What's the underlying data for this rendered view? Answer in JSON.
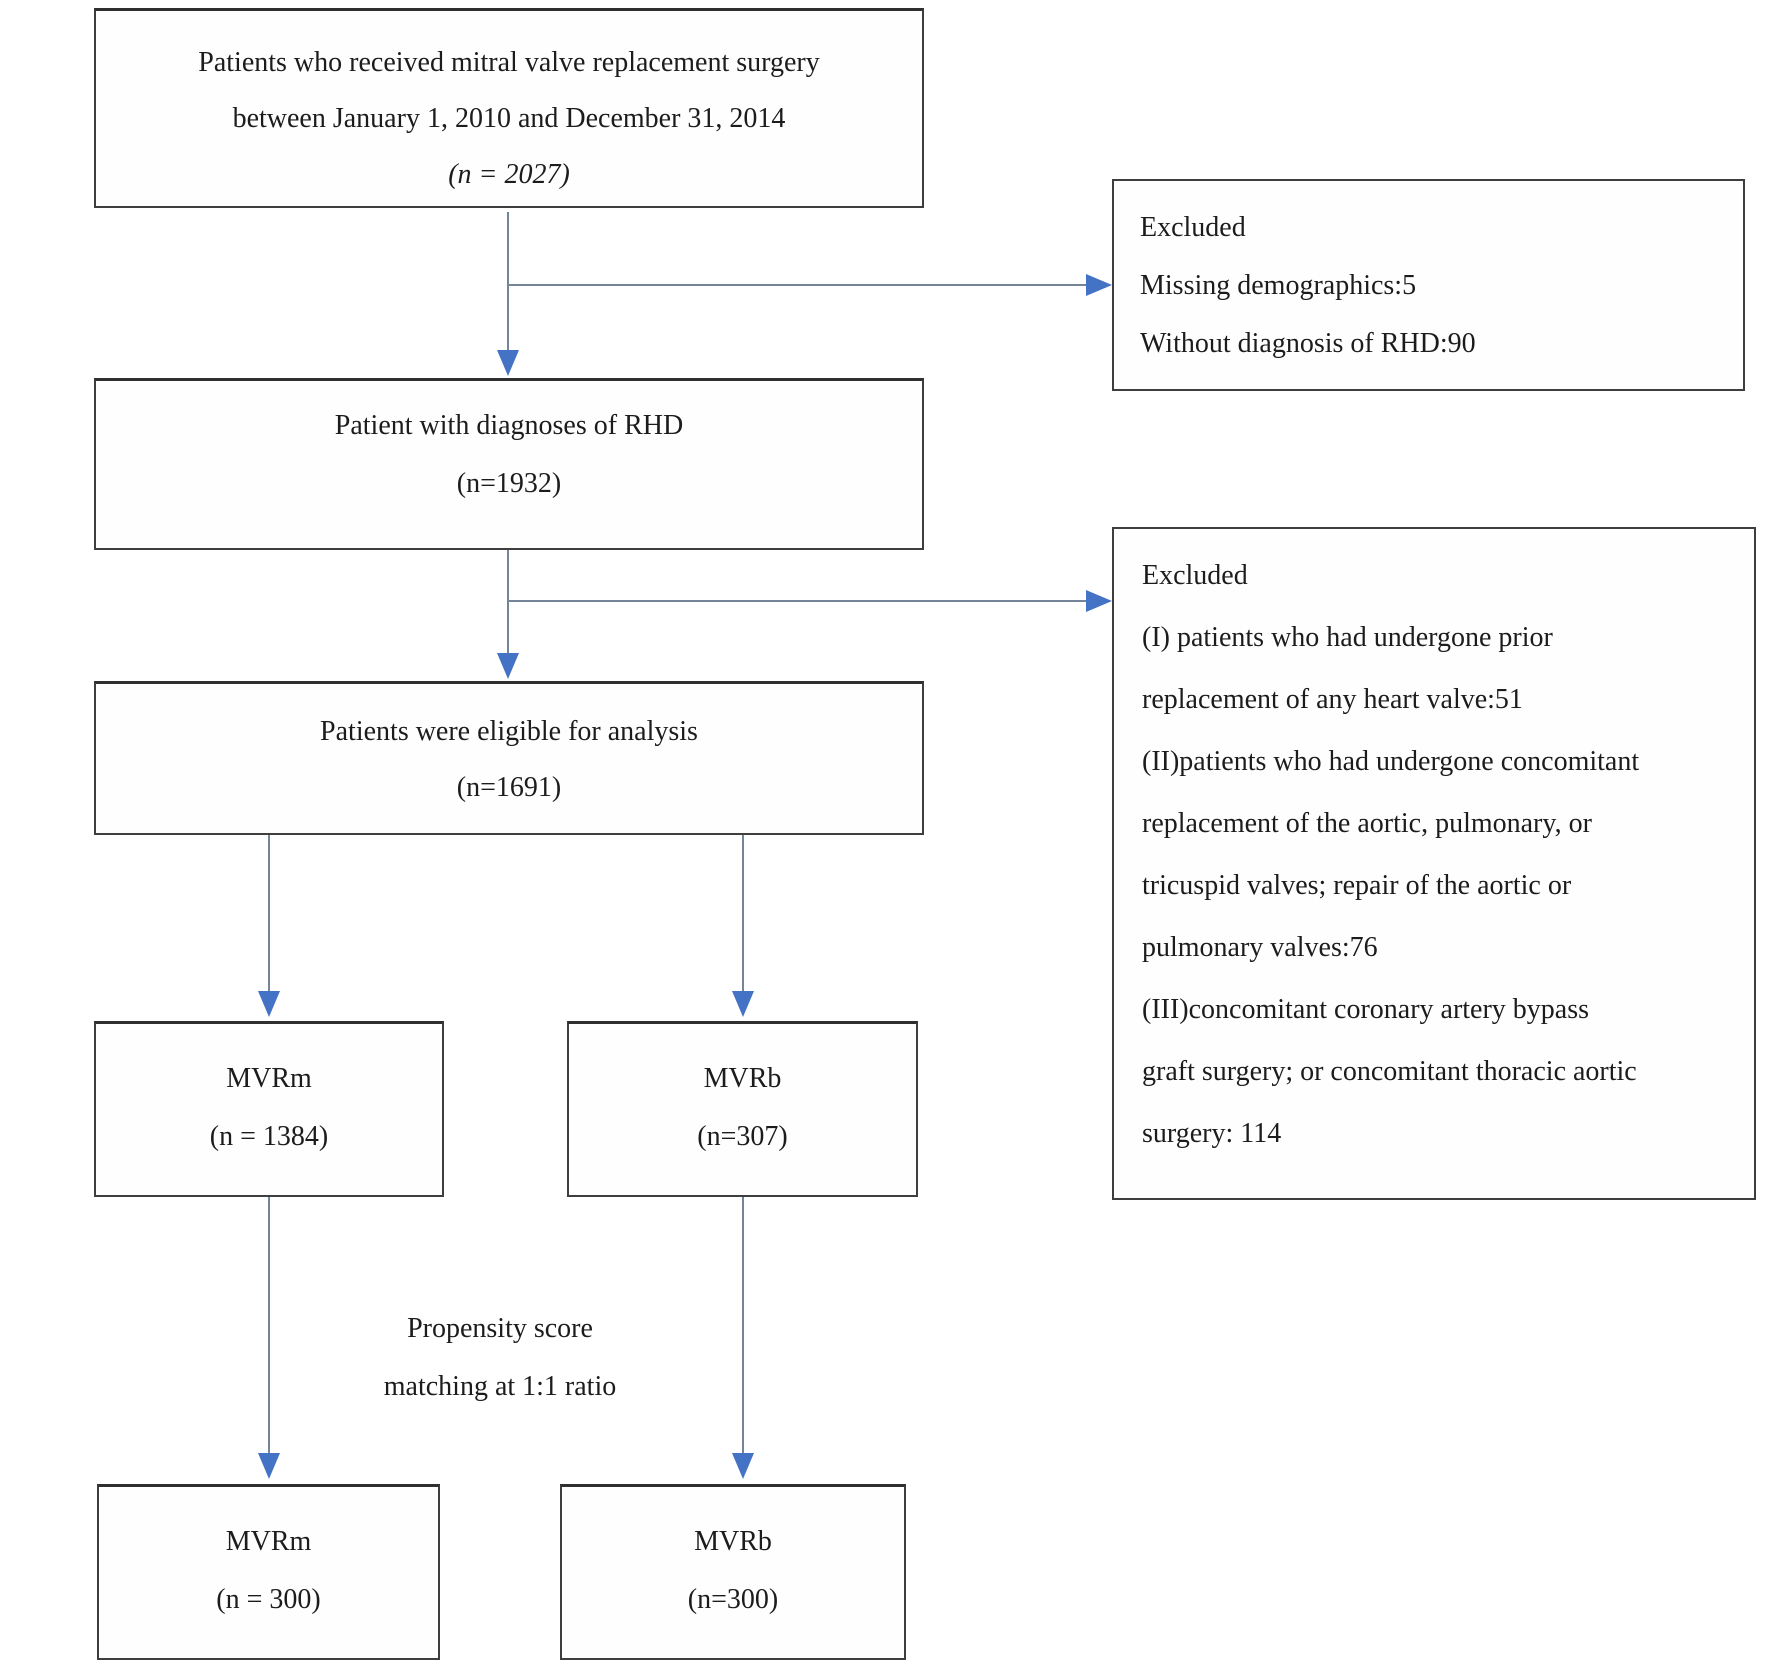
{
  "figure": {
    "kind": "patient-selection-flowchart",
    "colors": {
      "background": "#ffffff",
      "box_border": "#3e3e3e",
      "connector_line": "#74859a",
      "arrowhead": "#4472c4",
      "text": "#1c1c1c"
    }
  },
  "boxes": {
    "enrollment": {
      "lines": [
        "Patients who received mitral valve replacement surgery",
        "between January 1, 2010 and December 31, 2014",
        "(n = 2027)"
      ]
    },
    "excluded_first": {
      "lines": [
        "Excluded",
        "Missing demographics:5",
        "Without diagnosis of RHD:90"
      ]
    },
    "rhd": {
      "lines": [
        "Patient with diagnoses of RHD",
        "(n=1932)"
      ]
    },
    "excluded_second": {
      "lines": [
        "Excluded",
        "(I) patients who had undergone prior",
        "replacement of any heart valve:51",
        "(II)patients who had undergone concomitant",
        "replacement of the aortic, pulmonary, or",
        "tricuspid  valves; repair of the aortic or",
        "pulmonary valves:76",
        "(III)concomitant coronary artery bypass",
        "graft surgery; or concomitant thoracic aortic",
        "surgery: 114"
      ]
    },
    "eligible": {
      "lines": [
        "Patients were eligible for analysis",
        "(n=1691)"
      ]
    },
    "mvrm_initial": {
      "lines": [
        "MVRm",
        "(n = 1384)"
      ]
    },
    "mvrb_initial": {
      "lines": [
        "MVRb",
        "(n=307)"
      ]
    },
    "mvrm_matched": {
      "lines": [
        "MVRm",
        "(n = 300)"
      ]
    },
    "mvrb_matched": {
      "lines": [
        "MVRb",
        "(n=300)"
      ]
    }
  },
  "labels": {
    "propensity": {
      "lines": [
        "Propensity score",
        "matching at 1:1 ratio"
      ]
    }
  }
}
